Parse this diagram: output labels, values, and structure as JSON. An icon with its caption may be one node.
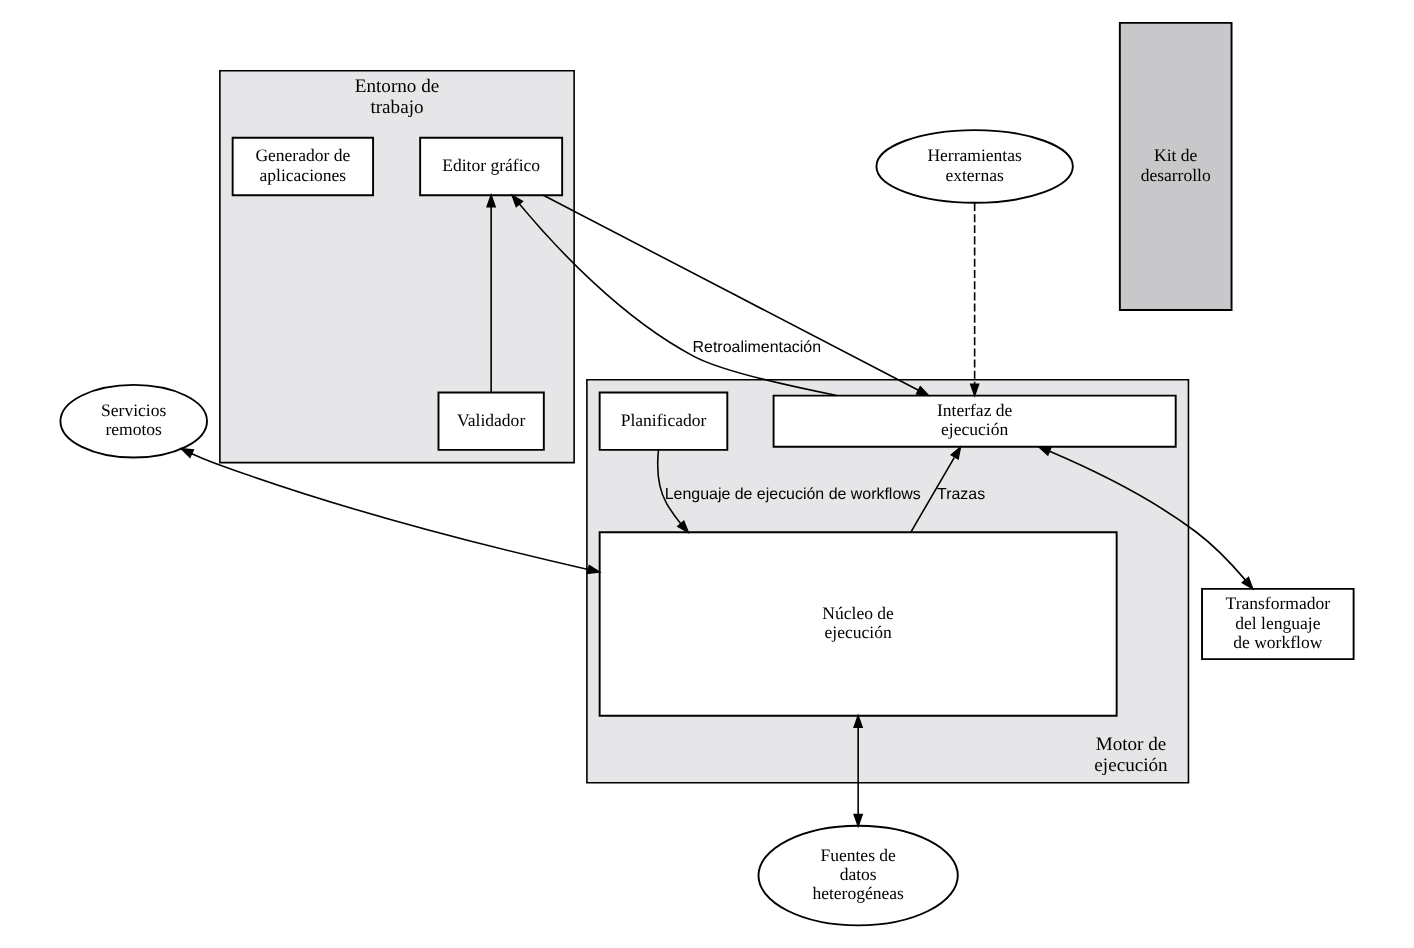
{
  "diagram": {
    "nodes": [
      {
        "text": [
          "Entorno de trabajo"
        ]
      },
      {
        "text": [
          "Editor gráfico"
        ],
        "in": 0
      },
      {
        "text": [
          "Validador"
        ],
        "in": 0
      },
      {
        "text": [
          "Generador de aplicaciones"
        ],
        "in": 0
      },
      {
        "text": [
          "Herramientas externas"
        ]
      },
      {
        "text": [
          "Motor de ejecución"
        ]
      },
      {
        "text": [
          "Interfaz de ejecución"
        ],
        "in": 5
      },
      {
        "text": [
          "Planificador"
        ],
        "in": 5
      },
      {
        "text": [
          "Transformador del lenguaje de workflow"
        ]
      },
      {
        "text": [
          "Servicios remotos"
        ]
      },
      {
        "text": [
          "Núcleo de ejecución"
        ],
        "in": 5
      },
      {
        "text": [
          "Fuentes de datos heterogéneas"
        ]
      },
      {
        "text": [
          "Kit de desarrollo"
        ]
      }
    ],
    "edges": [
      {
        "from": 2,
        "to": 1,
        "arrow": "to"
      },
      {
        "from": 1,
        "to": 6,
        "arrow": "to"
      },
      {
        "from": 6,
        "to": 1,
        "arrow": "to",
        "label": "Retroalimentación"
      },
      {
        "from": 4,
        "to": 6,
        "arrow": "to",
        "style": "dashed"
      },
      {
        "from": 6,
        "to": 8,
        "arrow": "both"
      },
      {
        "from": 10,
        "to": 6,
        "arrow": "to",
        "label": "Trazas"
      },
      {
        "from": 7,
        "to": 10,
        "arrow": "to",
        "label": "Lenguaje de ejecución de workflows"
      },
      {
        "from": 9,
        "to": 10,
        "arrow": "both"
      },
      {
        "from": 11,
        "to": 10,
        "arrow": "both"
      }
    ]
  }
}
